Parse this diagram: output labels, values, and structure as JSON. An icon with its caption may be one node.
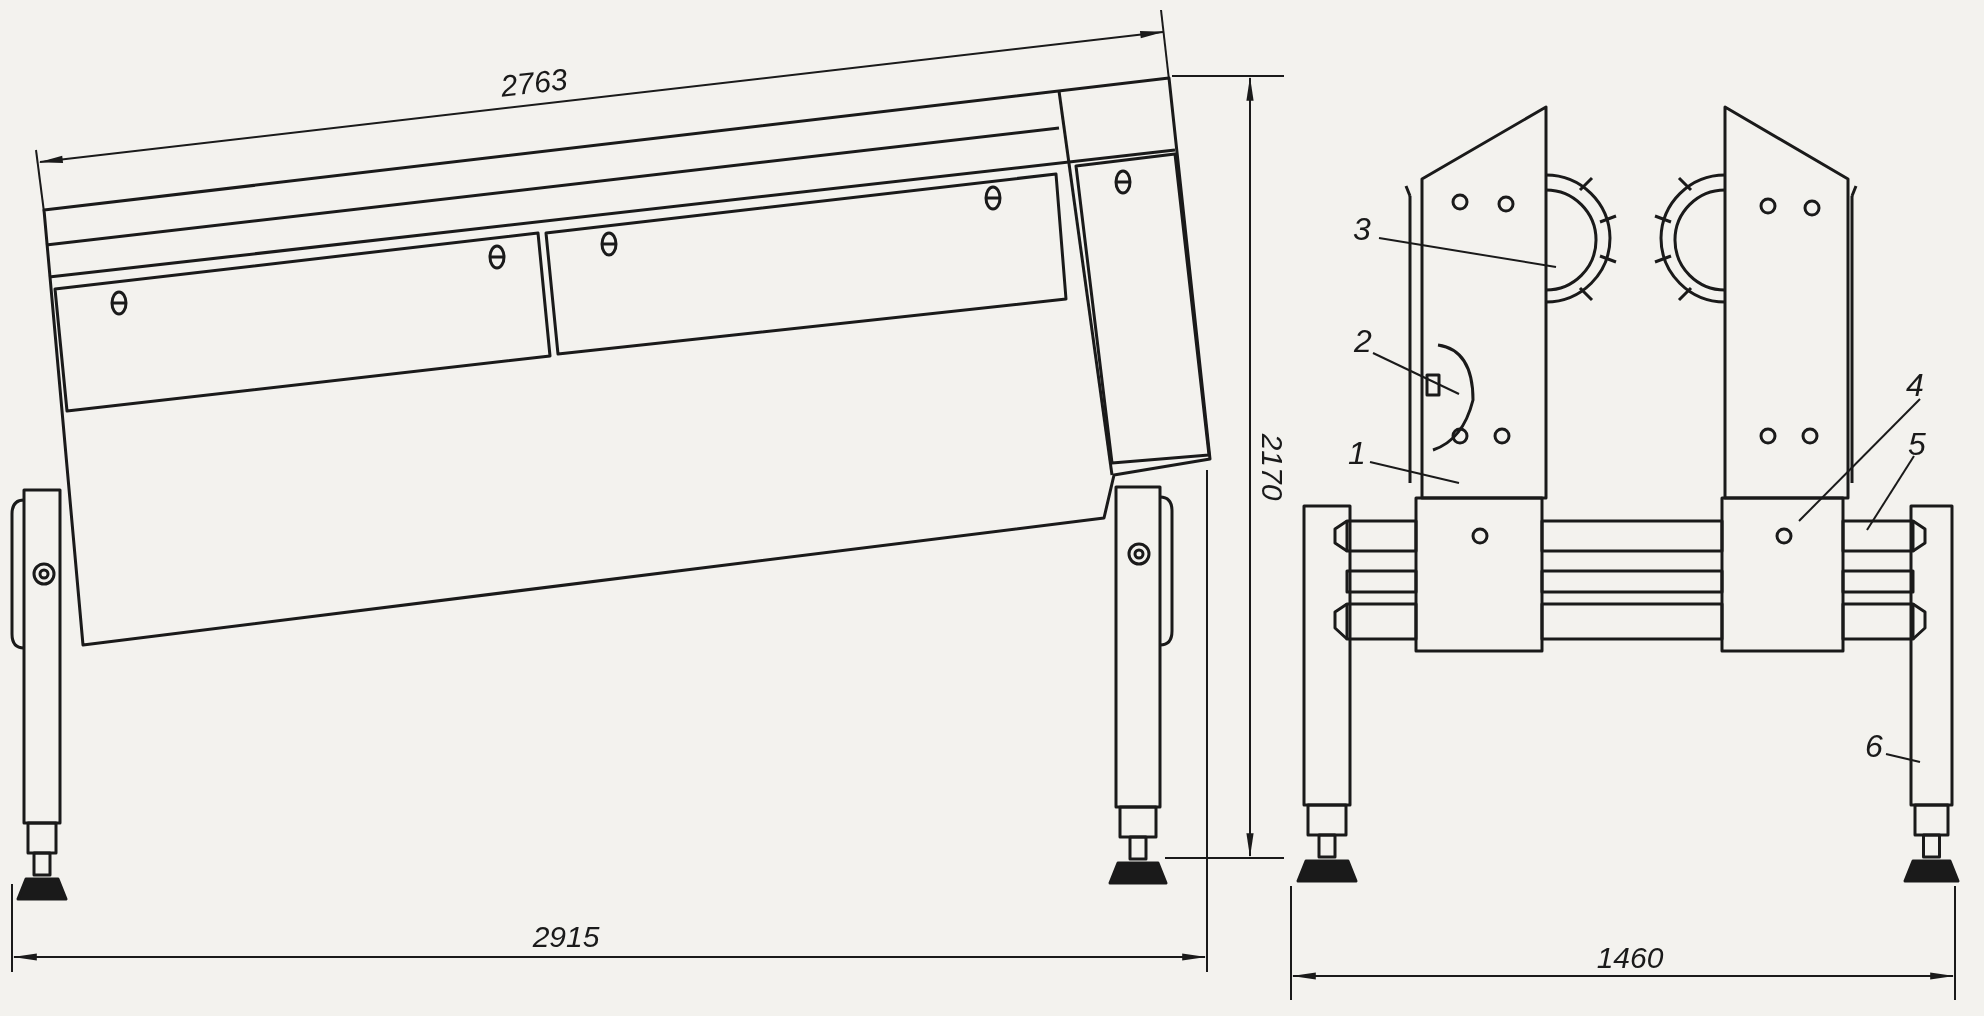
{
  "diagram": {
    "nodes": [
      {
        "text": [
          "3"
        ]
      },
      {
        "text": [
          "2"
        ]
      },
      {
        "text": [
          "1"
        ]
      },
      {
        "text": [
          "4"
        ]
      },
      {
        "text": [
          "5"
        ]
      },
      {
        "text": [
          "6"
        ]
      }
    ],
    "edges": [
      {
        "from": 0,
        "to": null,
        "arrow": "none"
      },
      {
        "from": 1,
        "to": null,
        "arrow": "none"
      },
      {
        "from": 2,
        "to": null,
        "arrow": "none"
      },
      {
        "from": 3,
        "to": null,
        "arrow": "none"
      },
      {
        "from": 4,
        "to": null,
        "arrow": "none"
      },
      {
        "from": 5,
        "to": null,
        "arrow": "none"
      }
    ],
    "labels": [
      "2763",
      "2170",
      "2915",
      "1460"
    ]
  }
}
